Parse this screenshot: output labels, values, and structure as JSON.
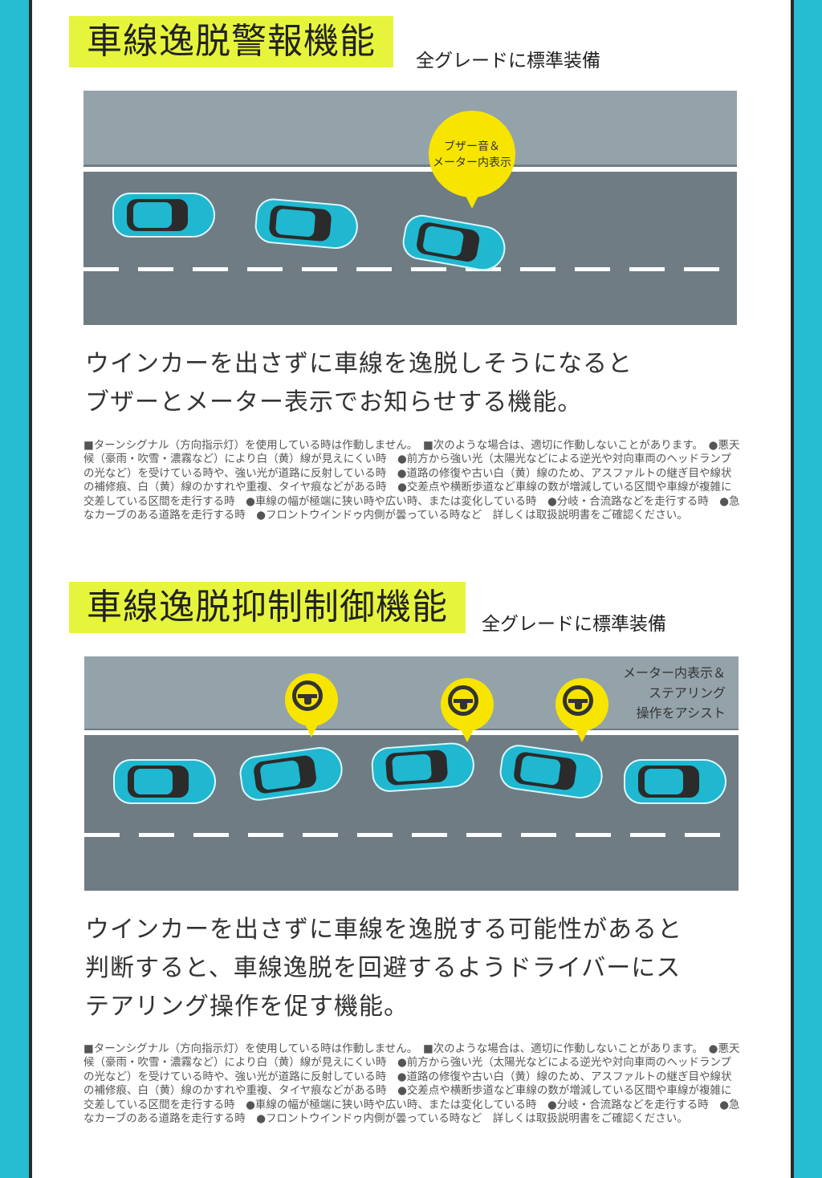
{
  "sections": [
    {
      "title": "車線逸脱警報機能",
      "grade": "全グレードに標準装備",
      "bubble_line1": "ブザー音＆",
      "bubble_line2": "メーター内表示",
      "lead_line1": "ウインカーを出さずに車線を逸脱しそうになると",
      "lead_line2": "ブザーとメーター表示でお知らせする機能。",
      "note": "■ターンシグナル（方向指示灯）を使用している時は作動しません。　■次のような場合は、適切に作動しないことがあります。　●悪天候（豪雨・吹雪・濃霧など）により白（黄）線が見えにくい時　●前方から強い光（太陽光などによる逆光や対向車両のヘッドランプの光など）を受けている時や、強い光が道路に反射している時　●道路の修復や古い白（黄）線のため、アスファルトの継ぎ目や線状の補修痕、白（黄）線のかすれや重複、タイヤ痕などがある時　●交差点や横断歩道など車線の数が増減している区間や車線が複雑に交差している区間を走行する時　●車線の幅が極端に狭い時や広い時、または変化している時　●分岐・合流路などを走行する時　●急なカーブのある道路を走行する時　●フロントウインドゥ内側が曇っている時など　詳しくは取扱説明書をご確認ください。"
    },
    {
      "title": "車線逸脱抑制制御機能",
      "grade": "全グレードに標準装備",
      "assist_line1": "メーター内表示＆",
      "assist_line2": "ステアリング",
      "assist_line3": "操作をアシスト",
      "lead_line1": "ウインカーを出さずに車線を逸脱する可能性があると",
      "lead_line2": "判断すると、車線逸脱を回避するようドライバーにス",
      "lead_line3": "テアリング操作を促す機能。",
      "note": "■ターンシグナル（方向指示灯）を使用している時は作動しません。　■次のような場合は、適切に作動しないことがあります。　●悪天候（豪雨・吹雪・濃霧など）により白（黄）線が見えにくい時　●前方から強い光（太陽光などによる逆光や対向車両のヘッドランプの光など）を受けている時や、強い光が道路に反射している時　●道路の修復や古い白（黄）線のため、アスファルトの継ぎ目や線状の補修痕、白（黄）線のかすれや重複、タイヤ痕などがある時　●交差点や横断歩道など車線の数が増減している区間や車線が複雑に交差している区間を走行する時　●車線の幅が極端に狭い時や広い時、または変化している時　●分岐・合流路などを走行する時　●急なカーブのある道路を走行する時　●フロントウインドゥ内側が曇っている時など　詳しくは取扱説明書をご確認ください。"
    }
  ]
}
